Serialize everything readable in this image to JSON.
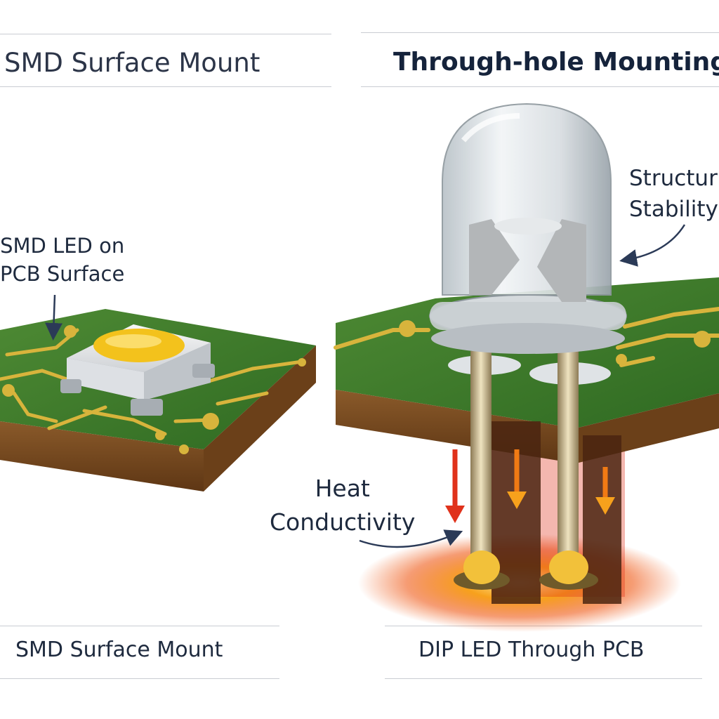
{
  "left_panel": {
    "title": "SMD Surface Mount",
    "callout_line1": "SMD LED on",
    "callout_line2": "PCB Surface",
    "caption": "SMD Surface Mount"
  },
  "right_panel": {
    "title": "Through-hole Mounting",
    "callout_structure_line1": "Structur",
    "callout_structure_line2": "Stability",
    "callout_heat_line1": "Heat",
    "callout_heat_line2": "Conductivity",
    "caption": "DIP LED Through PCB"
  },
  "colors": {
    "pcb_green": "#3f7a2c",
    "pcb_edge": "#7a4a1f",
    "trace_gold": "#d8b43c",
    "led_yellow": "#f3c21c",
    "heat_orange": "#f06a1a",
    "heat_red": "#e0321b",
    "arrow_navy": "#2b3a57"
  }
}
